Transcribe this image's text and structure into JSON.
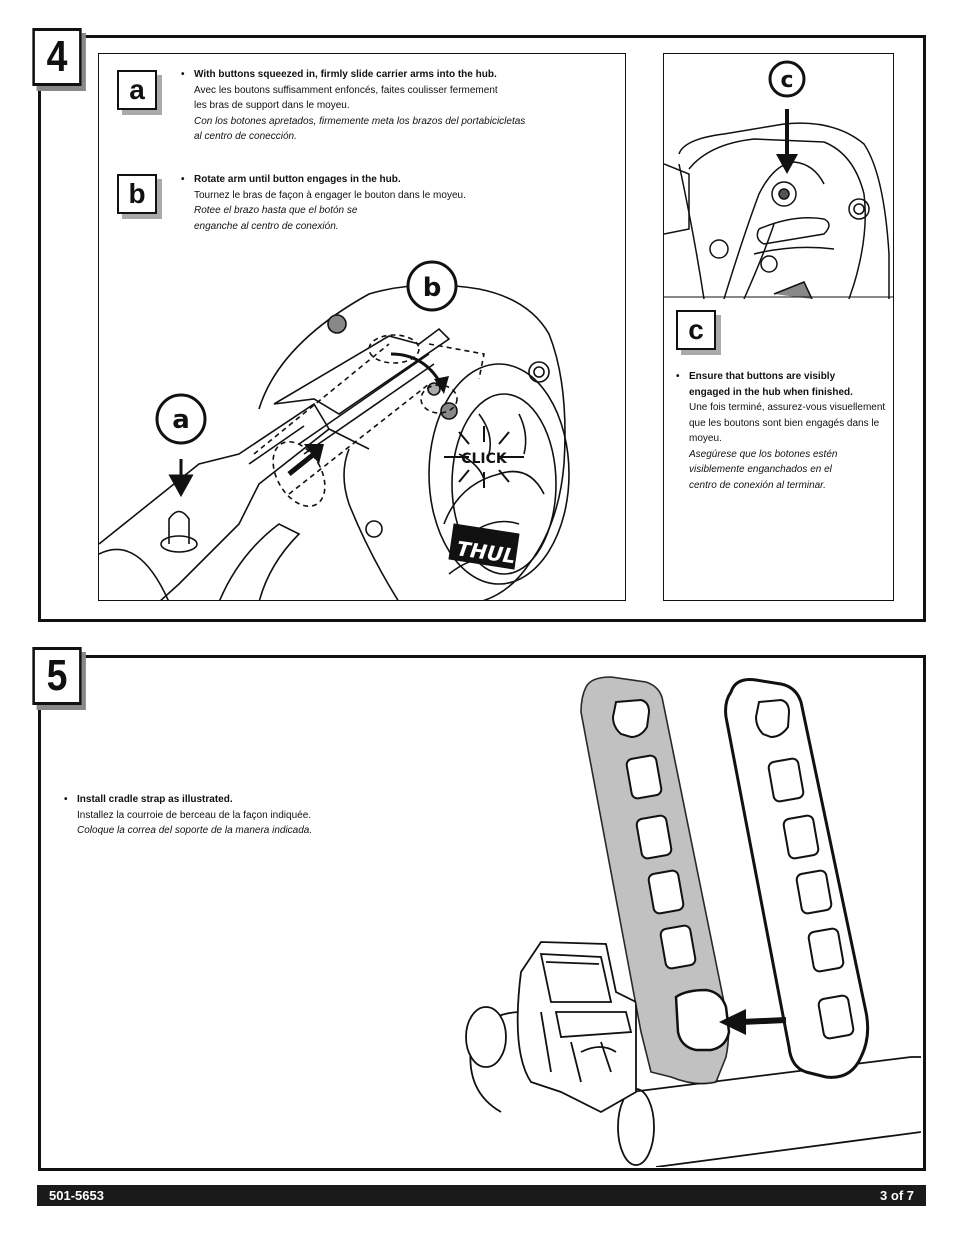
{
  "step4": {
    "number": "4",
    "a": {
      "letter": "a",
      "en": "With buttons squeezed in, firmly slide carrier arms into the hub.",
      "fr1": "Avec les boutons suffisamment enfoncés, faites coulisser fermement",
      "fr2": "les bras de support dans le moyeu.",
      "es1": "Con los botones apretados, firmemente meta los brazos del portabicicletas",
      "es2": "al centro de conección."
    },
    "b": {
      "letter": "b",
      "en": "Rotate arm until button engages in the hub.",
      "fr": "Tournez le bras de façon à engager le bouton dans le moyeu.",
      "es1": "Rotee el brazo hasta que el botón se",
      "es2": "enganche al centro de conexión."
    },
    "c": {
      "letter": "c",
      "en1": "Ensure that buttons are visibly",
      "en2": "engaged in the hub when finished.",
      "fr1": "Une fois terminé, assurez-vous visuellement",
      "fr2": "que les boutons sont bien engagés dans le",
      "fr3": "moyeu.",
      "es1": "Asegúrese que los botones estén",
      "es2": "visiblemente enganchados en el",
      "es3": "centro de conexión al terminar."
    },
    "illustration": {
      "callout_a": "a",
      "callout_b": "b",
      "callout_c": "c",
      "click_label": "CLICK",
      "brand_mark": "THULE"
    }
  },
  "step5": {
    "number": "5",
    "en": "Install cradle strap as illustrated.",
    "fr": "Installez la courroie de berceau de la façon indiquée.",
    "es": "Coloque la correa del soporte de la manera indicada."
  },
  "footer": {
    "part_number": "501-5653",
    "page": "3 of 7"
  }
}
